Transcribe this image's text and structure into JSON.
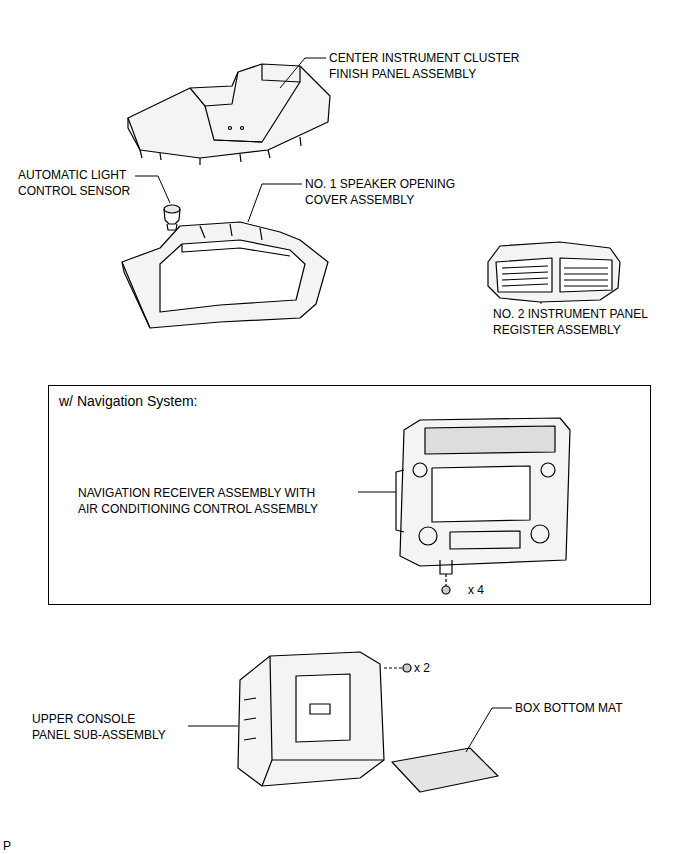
{
  "diagram": {
    "nodes": [
      {
        "text": [
          "w/ Navigation System:"
        ]
      }
    ],
    "labels": [
      "CENTER INSTRUMENT CLUSTER FINISH PANEL ASSEMBLY",
      "AUTOMATIC LIGHT CONTROL SENSOR",
      "NO. 1 SPEAKER OPENING COVER ASSEMBLY",
      "NO. 2 INSTRUMENT PANEL REGISTER ASSEMBLY",
      "NAVIGATION RECEIVER ASSEMBLY WITH AIR CONDITIONING CONTROL ASSEMBLY",
      "x 4",
      "UPPER CONSOLE PANEL SUB-ASSEMBLY",
      "x 2",
      "BOX BOTTOM MAT",
      "P"
    ]
  }
}
